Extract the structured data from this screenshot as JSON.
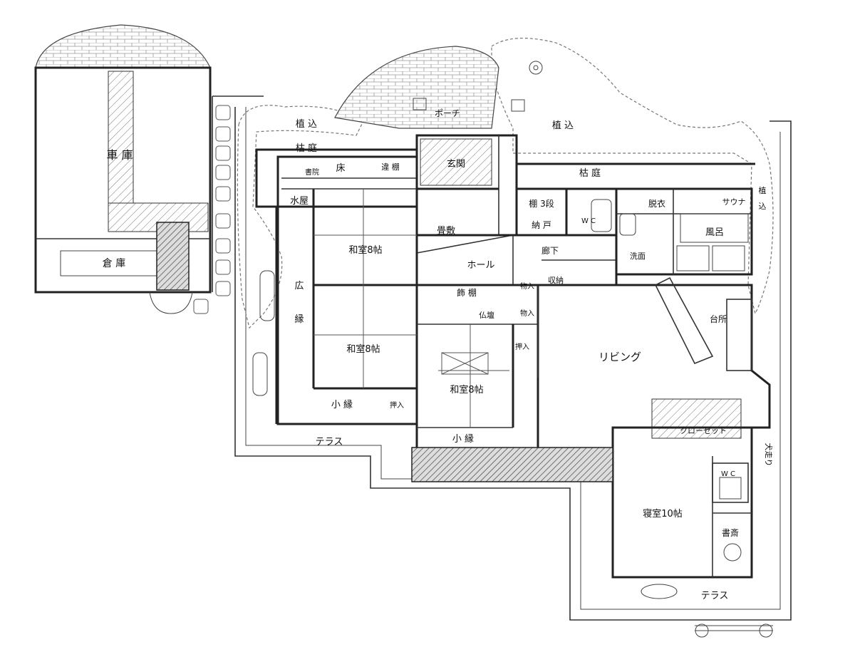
{
  "plan": {
    "rooms": {
      "garage": "車 庫",
      "storage": "倉 庫",
      "planting_left": "植 込",
      "planting_right": "植 込",
      "porch": "ポーチ",
      "dry_garden_left": "枯 庭",
      "dry_garden_right": "枯 庭",
      "shoin": "書院",
      "tokonoma": "床",
      "chigaidana": "違 棚",
      "genkan": "玄関",
      "mizuya": "水屋",
      "washitsu_1": "和室8帖",
      "washitsu_2": "和室8帖",
      "washitsu_3": "和室8帖",
      "tatamijiki": "畳敷",
      "hall": "ホール",
      "hiroen_1": "広",
      "hiroen_2": "縁",
      "koen_left": "小 縁",
      "koen_center": "小 縁",
      "oshiire_1": "押入",
      "oshiire_2": "押入",
      "terrace_left": "テラス",
      "terrace_right": "テラス",
      "tana": "棚 3段",
      "nando": "納 戸",
      "wc_1": "W C",
      "wc_2": "W C",
      "datsui": "脱衣",
      "sauna": "サウナ",
      "planting_side_1": "植",
      "planting_side_2": "込",
      "furo": "風呂",
      "senmen": "洗面",
      "rouka": "廊下",
      "shuno": "収納",
      "monoire_1": "物入",
      "monoire_2": "物入",
      "kazaridana": "飾 棚",
      "butsudan": "仏壇",
      "daidokoro": "台所",
      "living": "リビング",
      "closet": "クローゼット",
      "inubashiri": "犬走り",
      "bedroom": "寝室10帖",
      "shosai": "書斎"
    }
  }
}
